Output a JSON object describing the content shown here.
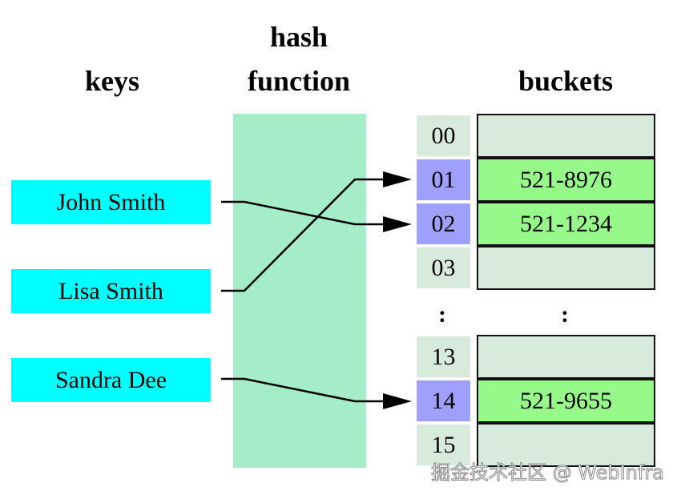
{
  "headers": {
    "keys": "keys",
    "hash_line1": "hash",
    "hash_line2": "function",
    "buckets": "buckets"
  },
  "keys": [
    {
      "label": "John Smith",
      "target": "02"
    },
    {
      "label": "Lisa Smith",
      "target": "01"
    },
    {
      "label": "Sandra Dee",
      "target": "14"
    }
  ],
  "rows": [
    {
      "index": "00",
      "value": "",
      "hit": false
    },
    {
      "index": "01",
      "value": "521-8976",
      "hit": true
    },
    {
      "index": "02",
      "value": "521-1234",
      "hit": true
    },
    {
      "index": "03",
      "value": "",
      "hit": false
    },
    {
      "index": "13",
      "value": "",
      "hit": false
    },
    {
      "index": "14",
      "value": "521-9655",
      "hit": true
    },
    {
      "index": "15",
      "value": "",
      "hit": false
    }
  ],
  "ellipsis": ":",
  "colors": {
    "key": "#00ffff",
    "hash": "#a5ecc9",
    "index_hit": "#9f9ffc",
    "index_empty": "#d8eadb",
    "bucket_hit": "#97f98a",
    "bucket_empty": "#d8eadb"
  },
  "watermark": "掘金技术社区 @ WebInfra"
}
